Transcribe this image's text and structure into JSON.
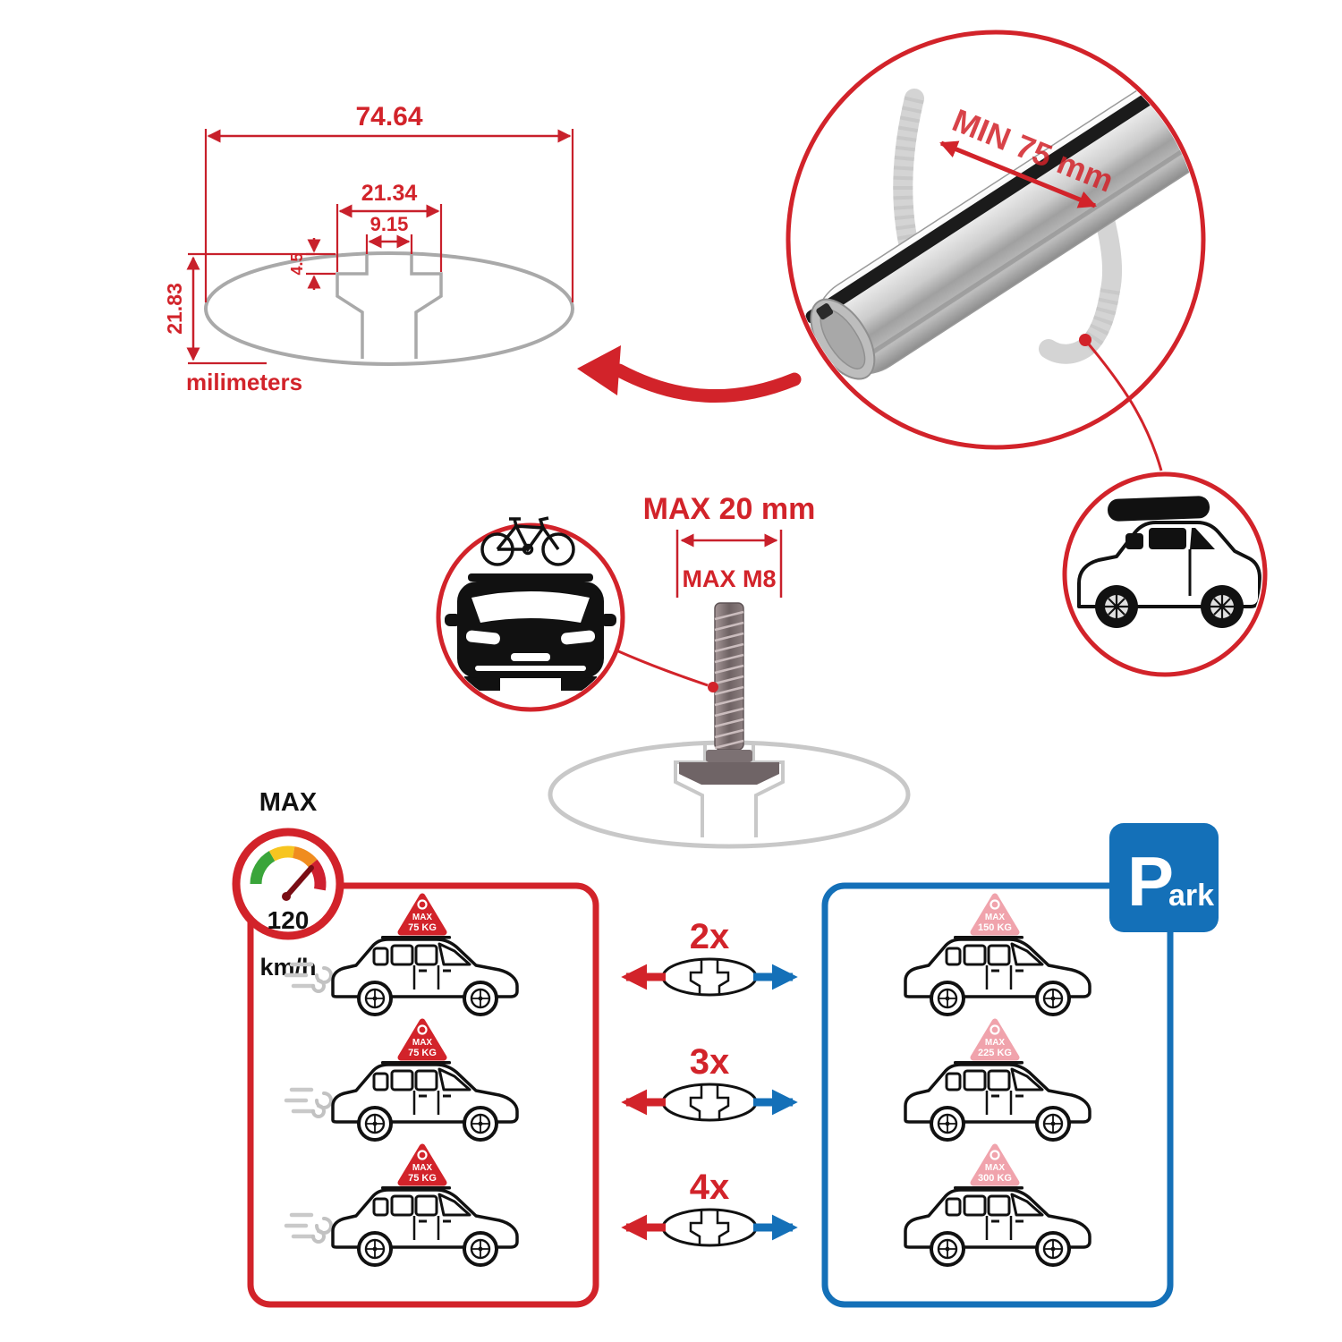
{
  "profile_dimensions": {
    "width_total": "74.64",
    "slot_outer_width": "21.34",
    "slot_inner_width": "9.15",
    "lip_height": "4.5",
    "total_height": "21.83",
    "unit_label": "milimeters"
  },
  "bar_detail": {
    "min_clamp_span": "MIN 75 mm"
  },
  "bolt_spec": {
    "max_width": "MAX 20 mm",
    "max_thread": "MAX M8"
  },
  "speed_limit": {
    "label": "MAX",
    "value": "120",
    "unit": "km/h"
  },
  "parking_sign": {
    "letter_p": "P",
    "suffix": "ark"
  },
  "driving_loads": [
    {
      "line1": "MAX",
      "line2": "75 KG"
    },
    {
      "line1": "MAX",
      "line2": "75 KG"
    },
    {
      "line1": "MAX",
      "line2": "75 KG"
    }
  ],
  "parked_loads": [
    {
      "line1": "MAX",
      "line2": "150 KG"
    },
    {
      "line1": "MAX",
      "line2": "225 KG"
    },
    {
      "line1": "MAX",
      "line2": "300 KG"
    }
  ],
  "bar_quantities": [
    "2x",
    "3x",
    "4x"
  ],
  "colors": {
    "red": "#d2232a",
    "dim_red": "#c8202b",
    "blue": "#1470b8",
    "ghost_gray": "#c8c8c8"
  }
}
